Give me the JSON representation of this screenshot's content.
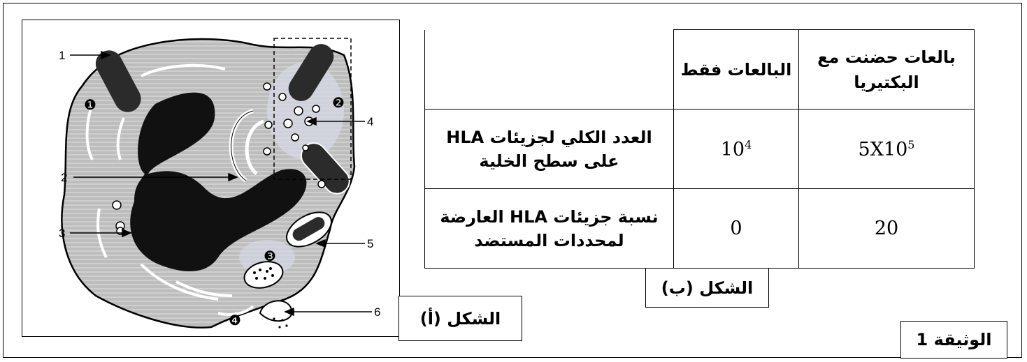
{
  "figure_a": {
    "label": "الشكل (أ)",
    "callouts": [
      "1",
      "2",
      "3",
      "4",
      "5",
      "6"
    ],
    "regions": [
      "❶",
      "❷",
      "❸",
      "❹"
    ]
  },
  "figure_b": {
    "label": "الشكل (ب)",
    "table": {
      "columns": [
        "بالعات حضنت مع البكتيريا",
        "البالعات فقط"
      ],
      "rows": [
        {
          "label": "العدد الكلي لجزيئات HLA على سطح الخلية",
          "values": [
            "5X10",
            "10"
          ],
          "exponents": [
            "5",
            "4"
          ]
        },
        {
          "label": "نسبة جزيئات HLA العارضة لمحددات المستضد",
          "values": [
            "20",
            "0"
          ]
        }
      ]
    }
  },
  "document_label": "الوثيقة 1"
}
